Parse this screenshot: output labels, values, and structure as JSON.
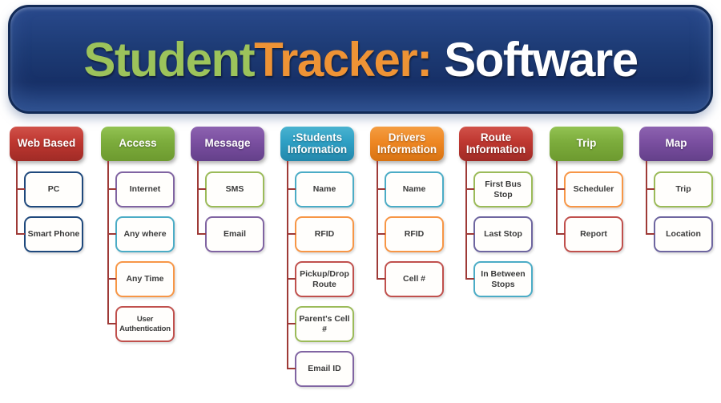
{
  "banner": {
    "part1": "Student",
    "part2": "Tracker:",
    "part3": "Software",
    "part1_color": "#9CC35B",
    "part2_color": "#EE9335",
    "part3_color": "#FFFFFF",
    "background_color": "#1C3B75"
  },
  "connector_color": "#9E3A37",
  "columns": [
    {
      "label": "Web Based",
      "header_color": "#BE3730",
      "children": [
        {
          "label": "PC",
          "border": "#1F497D"
        },
        {
          "label": "Smart Phone",
          "border": "#1F497D"
        }
      ]
    },
    {
      "label": "Access",
      "header_color": "#7CAC3C",
      "children": [
        {
          "label": "Internet",
          "border": "#8064A2"
        },
        {
          "label": "Any where",
          "border": "#4BACC6"
        },
        {
          "label": "Any Time",
          "border": "#F79646"
        },
        {
          "label": "User Authentication",
          "border": "#C0504D"
        }
      ]
    },
    {
      "label": "Message",
      "header_color": "#7A4FA0",
      "children": [
        {
          "label": "SMS",
          "border": "#9BBB59"
        },
        {
          "label": "Email",
          "border": "#8064A2"
        }
      ]
    },
    {
      "label": ":Students Information",
      "header_color": "#2E9FC4",
      "children": [
        {
          "label": "Name",
          "border": "#4BACC6"
        },
        {
          "label": "RFID",
          "border": "#F79646"
        },
        {
          "label": "Pickup/Drop Route",
          "border": "#C0504D"
        },
        {
          "label": "Parent's Cell #",
          "border": "#9BBB59"
        },
        {
          "label": "Email ID",
          "border": "#8064A2"
        }
      ]
    },
    {
      "label": "Drivers Information",
      "header_color": "#EE8723",
      "children": [
        {
          "label": "Name",
          "border": "#4BACC6"
        },
        {
          "label": "RFID",
          "border": "#F79646"
        },
        {
          "label": "Cell #",
          "border": "#C0504D"
        }
      ]
    },
    {
      "label": "Route Information",
      "header_color": "#BE3730",
      "children": [
        {
          "label": "First Bus Stop",
          "border": "#9BBB59"
        },
        {
          "label": "Last Stop",
          "border": "#6E66A0"
        },
        {
          "label": "In Between Stops",
          "border": "#4BACC6"
        }
      ]
    },
    {
      "label": "Trip",
      "header_color": "#7CAC3C",
      "children": [
        {
          "label": "Scheduler",
          "border": "#F79646"
        },
        {
          "label": "Report",
          "border": "#C0504D"
        }
      ]
    },
    {
      "label": "Map",
      "header_color": "#7A4FA0",
      "children": [
        {
          "label": "Trip",
          "border": "#9BBB59"
        },
        {
          "label": "Location",
          "border": "#6E66A0"
        }
      ]
    }
  ]
}
